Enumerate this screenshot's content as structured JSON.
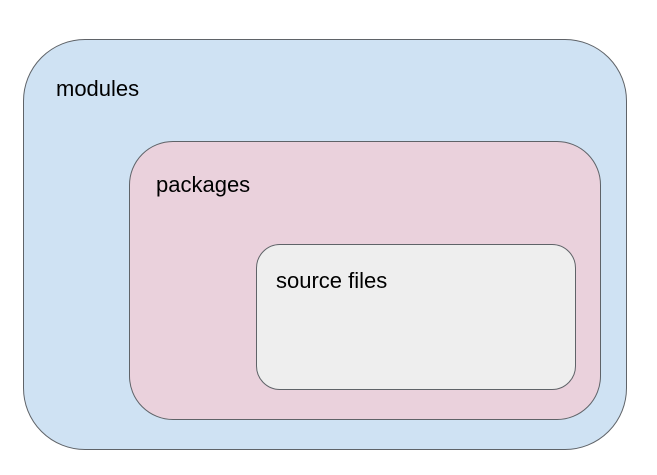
{
  "diagram": {
    "modules": {
      "label": "modules",
      "color": "#cfe2f3"
    },
    "packages": {
      "label": "packages",
      "color": "#ead1dc"
    },
    "source_files": {
      "label": "source files",
      "color": "#eeeeee"
    }
  }
}
